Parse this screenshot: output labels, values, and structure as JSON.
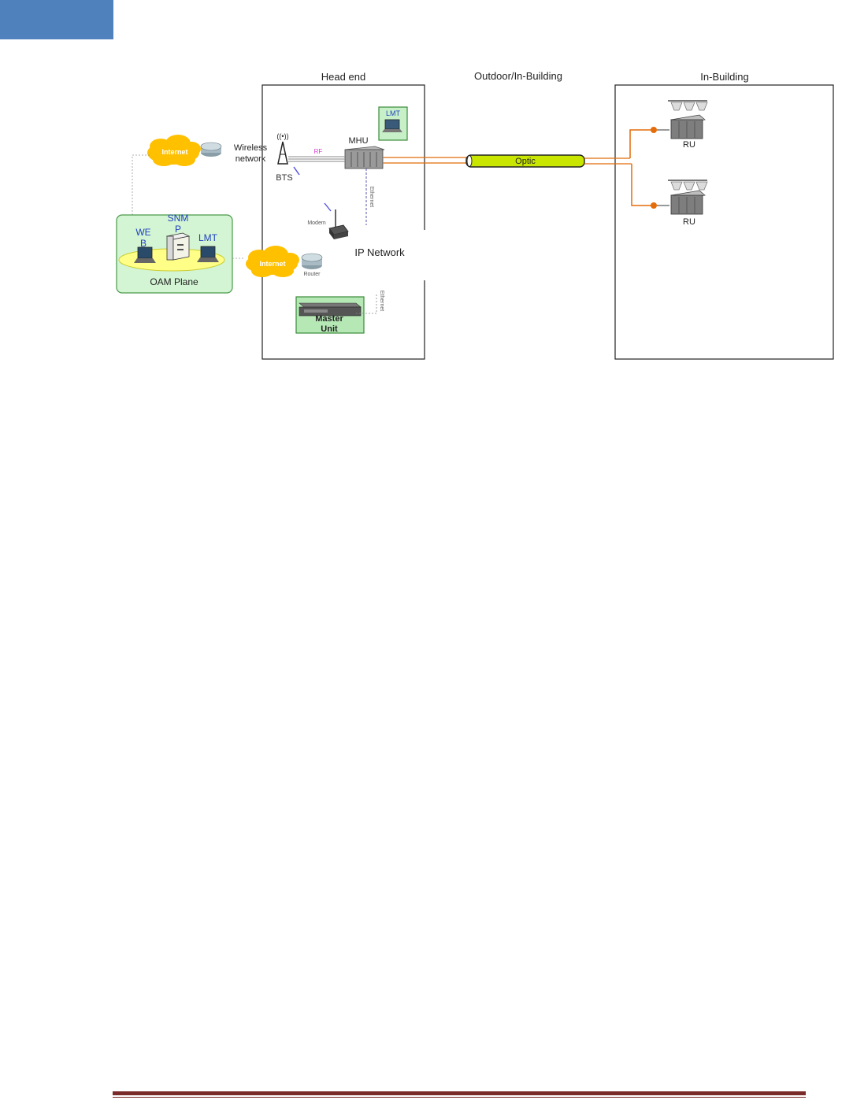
{
  "diagram": {
    "sections": {
      "head_end": "Head end",
      "outdoor": "Outdoor/In-Building",
      "in_building": "In-Building"
    },
    "labels": {
      "lmt_top": "LMT",
      "mhu": "MHU",
      "bts": "BTS",
      "rf": "RF",
      "wireless": "Wireless",
      "network": "network",
      "internet_top": "Internet",
      "internet_mid": "Internet",
      "modem": "Modem",
      "router": "Router",
      "ip_network": "IP Network",
      "ethernet_top": "Ethernet",
      "ethernet_bottom": "Ethernet",
      "master_line1": "Master",
      "master_line2": "Unit",
      "optic": "Optic",
      "ru_top": "RU",
      "ru_bottom": "RU"
    },
    "oam": {
      "web_line1": "WE",
      "web_line2": "B",
      "snmp_line1": "SNM",
      "snmp_line2": "P",
      "lmt": "LMT",
      "plane": "OAM Plane"
    },
    "colors": {
      "accent_blue": "#4f81bd",
      "optic_fill": "#c8e600",
      "fiber": "#e46c0a",
      "internet_cloud": "#ffc000",
      "oam_fill": "#d3f5d3",
      "footer": "#7b2a2a"
    }
  }
}
